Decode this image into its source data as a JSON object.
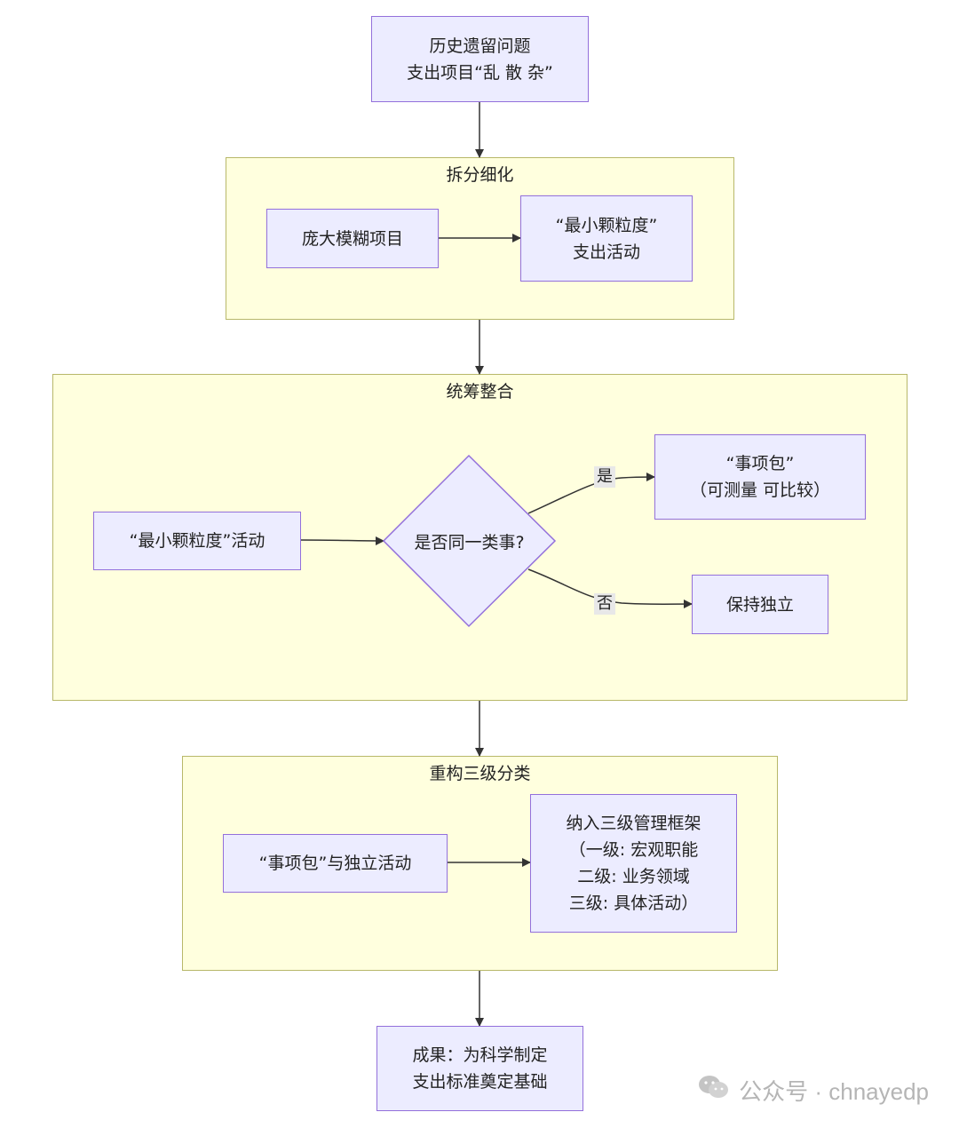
{
  "nodes": {
    "history": [
      "历史遗留问题",
      "支出项目“乱 散 杂”"
    ],
    "vague_project": "庞大模糊项目",
    "min_granularity": [
      "“最小颗粒度”",
      "支出活动"
    ],
    "min_granularity_activity": "“最小颗粒度”活动",
    "decision": "是否同一类事?",
    "package": [
      "“事项包”",
      "（可测量 可比较）"
    ],
    "independent": "保持独立",
    "package_and_independent": "“事项包”与独立活动",
    "three_level_framework": [
      "纳入三级管理框架",
      "（一级: 宏观职能",
      "二级: 业务领域",
      "三级: 具体活动）"
    ],
    "result": [
      "成果：为科学制定",
      "支出标准奠定基础"
    ]
  },
  "clusters": {
    "split": "拆分细化",
    "integrate": "统筹整合",
    "restructure": "重构三级分类"
  },
  "edge_labels": {
    "yes": "是",
    "no": "否"
  },
  "watermark": {
    "text": "公众号 · chnayedp",
    "icon": "wechat-icon"
  }
}
